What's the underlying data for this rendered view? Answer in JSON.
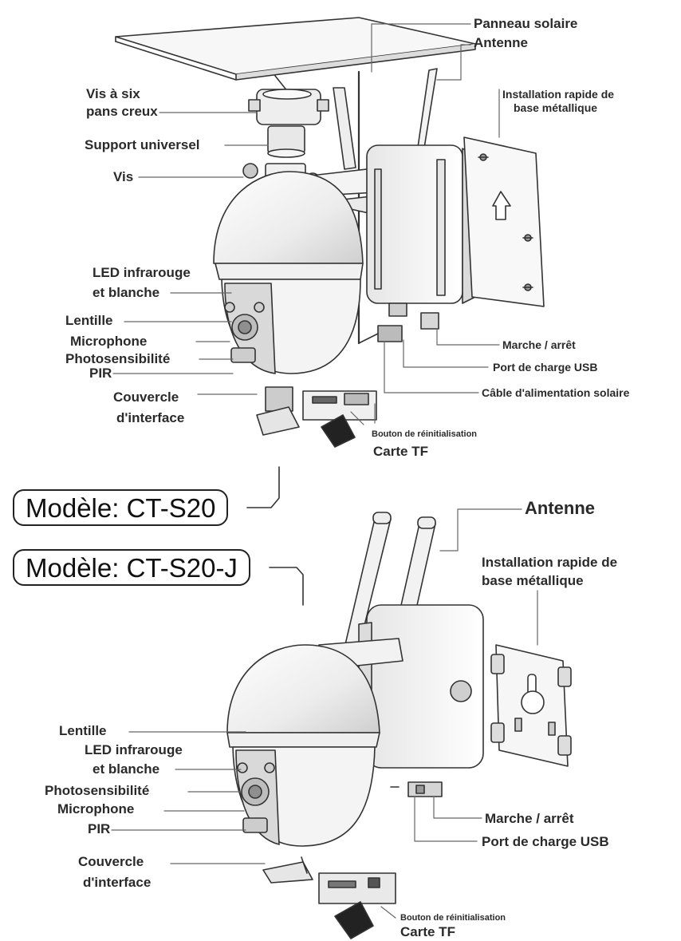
{
  "top": {
    "labels": {
      "solar_panel": "Panneau solaire",
      "antenna": "Antenne",
      "hex_screws": "Vis à six\npans creux",
      "hex_screws_line1": "Vis à six",
      "hex_screws_line2": "pans creux",
      "quick_install_line1": "Installation rapide de",
      "quick_install_line2": "base métallique",
      "universal_mount": "Support universel",
      "screw": "Vis",
      "ir_led_line1": "LED infrarouge",
      "ir_led_line2": "et blanche",
      "lens": "Lentille",
      "microphone": "Microphone",
      "photosensitivity": "Photosensibilité",
      "pir": "PIR",
      "interface_cover_line1": "Couvercle",
      "interface_cover_line2": "d'interface",
      "power_switch": "Marche / arrêt",
      "usb_port": "Port de charge USB",
      "solar_cable": "Câble d'alimentation solaire",
      "reset_button": "Bouton de réinitialisation",
      "tf_card": "Carte TF"
    },
    "model": "Modèle: CT-S20"
  },
  "bottom": {
    "model": "Modèle: CT-S20-J",
    "labels": {
      "antenna": "Antenne",
      "quick_install_line1": "Installation rapide de",
      "quick_install_line2": "base métallique",
      "lens": "Lentille",
      "ir_led_line1": "LED infrarouge",
      "ir_led_line2": "et blanche",
      "photosensitivity": "Photosensibilité",
      "microphone": "Microphone",
      "pir": "PIR",
      "interface_cover_line1": "Couvercle",
      "interface_cover_line2": "d'interface",
      "power_switch": "Marche / arrêt",
      "usb_port": "Port de charge USB",
      "reset_button": "Bouton de réinitialisation",
      "tf_card": "Carte TF"
    }
  }
}
